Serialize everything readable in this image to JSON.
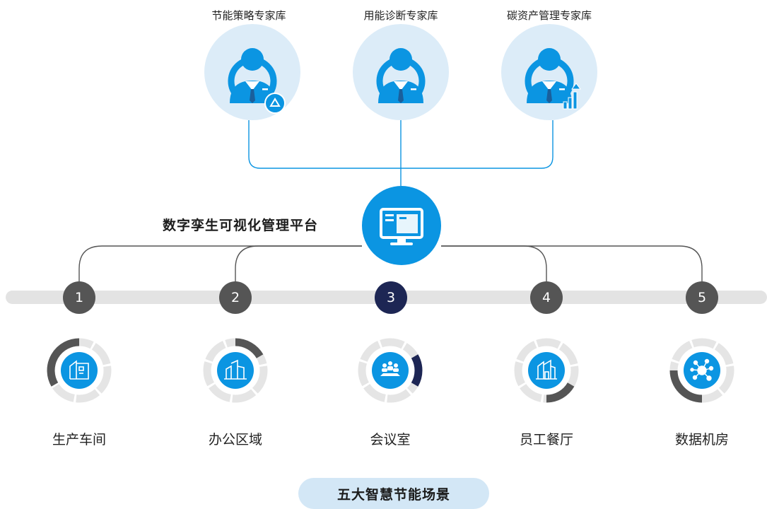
{
  "colors": {
    "accent_blue": "#0b95e2",
    "light_blue": "#dcecf8",
    "dark_gray": "#555555",
    "navy": "#1d2654",
    "track_gray": "#e3e3e3"
  },
  "experts": [
    {
      "label": "节能策略专家库",
      "badge_icon": "recycle-icon"
    },
    {
      "label": "用能诊断专家库",
      "badge_icon": ""
    },
    {
      "label": "碳资产管理专家库",
      "badge_icon": "bar-chart-up-icon"
    }
  ],
  "platform": {
    "title": "数字孪生可视化管理平台",
    "icon": "monitor-icon"
  },
  "steps": [
    {
      "number": "1",
      "label": "生产车间",
      "icon": "factory-building-icon",
      "active": false
    },
    {
      "number": "2",
      "label": "办公区域",
      "icon": "office-building-icon",
      "active": false
    },
    {
      "number": "3",
      "label": "会议室",
      "icon": "meeting-room-icon",
      "active": true
    },
    {
      "number": "4",
      "label": "员工餐厅",
      "icon": "canteen-building-icon",
      "active": false
    },
    {
      "number": "5",
      "label": "数据机房",
      "icon": "network-hub-icon",
      "active": false
    }
  ],
  "footer": {
    "label": "五大智慧节能场景"
  }
}
